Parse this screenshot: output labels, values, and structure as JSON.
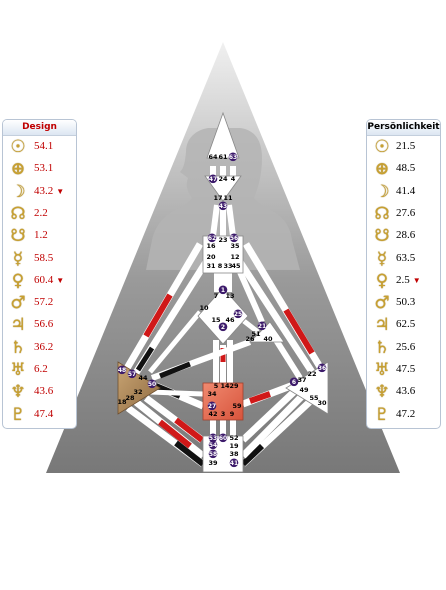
{
  "design": {
    "title": "Design",
    "rows": [
      {
        "icon": "sun-icon",
        "glyph": "☉",
        "value": "54.1",
        "mark": ""
      },
      {
        "icon": "earth-icon",
        "glyph": "⊕",
        "value": "53.1",
        "mark": ""
      },
      {
        "icon": "moon-icon",
        "glyph": "☽",
        "value": "43.2",
        "mark": "▼"
      },
      {
        "icon": "north-node-icon",
        "glyph": "☊",
        "value": "2.2",
        "mark": ""
      },
      {
        "icon": "south-node-icon",
        "glyph": "☋",
        "value": "1.2",
        "mark": ""
      },
      {
        "icon": "mercury-icon",
        "glyph": "☿",
        "value": "58.5",
        "mark": ""
      },
      {
        "icon": "venus-icon",
        "glyph": "♀",
        "value": "60.4",
        "mark": "▼"
      },
      {
        "icon": "mars-icon",
        "glyph": "♂",
        "value": "57.2",
        "mark": ""
      },
      {
        "icon": "jupiter-icon",
        "glyph": "♃",
        "value": "56.6",
        "mark": ""
      },
      {
        "icon": "saturn-icon",
        "glyph": "♄",
        "value": "36.2",
        "mark": ""
      },
      {
        "icon": "uranus-icon",
        "glyph": "♅",
        "value": "6.2",
        "mark": ""
      },
      {
        "icon": "neptune-icon",
        "glyph": "♆",
        "value": "43.6",
        "mark": ""
      },
      {
        "icon": "pluto-icon",
        "glyph": "♇",
        "value": "47.4",
        "mark": ""
      }
    ]
  },
  "personality": {
    "title": "Persönlichkeit",
    "rows": [
      {
        "icon": "sun-icon",
        "glyph": "☉",
        "value": "21.5",
        "mark": ""
      },
      {
        "icon": "earth-icon",
        "glyph": "⊕",
        "value": "48.5",
        "mark": ""
      },
      {
        "icon": "moon-icon",
        "glyph": "☽",
        "value": "41.4",
        "mark": ""
      },
      {
        "icon": "north-node-icon",
        "glyph": "☊",
        "value": "27.6",
        "mark": ""
      },
      {
        "icon": "south-node-icon",
        "glyph": "☋",
        "value": "28.6",
        "mark": ""
      },
      {
        "icon": "mercury-icon",
        "glyph": "☿",
        "value": "63.5",
        "mark": ""
      },
      {
        "icon": "venus-icon",
        "glyph": "♀",
        "value": "2.5",
        "mark": "▼"
      },
      {
        "icon": "mars-icon",
        "glyph": "♂",
        "value": "50.3",
        "mark": ""
      },
      {
        "icon": "jupiter-icon",
        "glyph": "♃",
        "value": "62.5",
        "mark": ""
      },
      {
        "icon": "saturn-icon",
        "glyph": "♄",
        "value": "25.6",
        "mark": ""
      },
      {
        "icon": "uranus-icon",
        "glyph": "♅",
        "value": "47.5",
        "mark": ""
      },
      {
        "icon": "neptune-icon",
        "glyph": "♆",
        "value": "43.6",
        "mark": ""
      },
      {
        "icon": "pluto-icon",
        "glyph": "♇",
        "value": "47.2",
        "mark": ""
      }
    ]
  },
  "colors": {
    "design_text": "#c00000",
    "personality_text": "#000000",
    "glyph": "#c8a030",
    "design_channel": "#d01818",
    "personality_channel": "#111111",
    "activated_gate": "#3d1b6b",
    "sacral_center": "#e8705a",
    "spleen_center": "#b89060",
    "background_triangle": "#8c8c8c"
  },
  "centers": {
    "head": {
      "gates": [
        "64",
        "61",
        "63"
      ],
      "activated": [
        "63"
      ]
    },
    "ajna": {
      "gates": [
        "47",
        "24",
        "4",
        "17",
        "11",
        "43"
      ],
      "activated": [
        "47",
        "43"
      ]
    },
    "throat": {
      "gates": [
        "62",
        "23",
        "56",
        "16",
        "35",
        "20",
        "31",
        "8",
        "33",
        "45",
        "12"
      ],
      "activated": [
        "62",
        "56"
      ]
    },
    "g": {
      "gates": [
        "1",
        "7",
        "13",
        "10",
        "15",
        "46",
        "2",
        "25"
      ],
      "activated": [
        "1",
        "2",
        "25"
      ]
    },
    "heart": {
      "gates": [
        "21",
        "51",
        "26",
        "40"
      ],
      "activated": [
        "21"
      ]
    },
    "spleen": {
      "gates": [
        "48",
        "57",
        "44",
        "50",
        "32",
        "28",
        "18"
      ],
      "activated": [
        "48",
        "57",
        "50"
      ]
    },
    "sacral": {
      "gates": [
        "5",
        "14",
        "29",
        "34",
        "27",
        "59",
        "42",
        "3",
        "9"
      ],
      "activated": [
        "27"
      ]
    },
    "solar": {
      "gates": [
        "36",
        "6",
        "37",
        "22",
        "49",
        "55",
        "30"
      ],
      "activated": [
        "36",
        "6"
      ]
    },
    "root": {
      "gates": [
        "53",
        "60",
        "52",
        "54",
        "19",
        "58",
        "38",
        "39",
        "41"
      ],
      "activated": [
        "53",
        "60",
        "54",
        "58",
        "41"
      ]
    }
  }
}
